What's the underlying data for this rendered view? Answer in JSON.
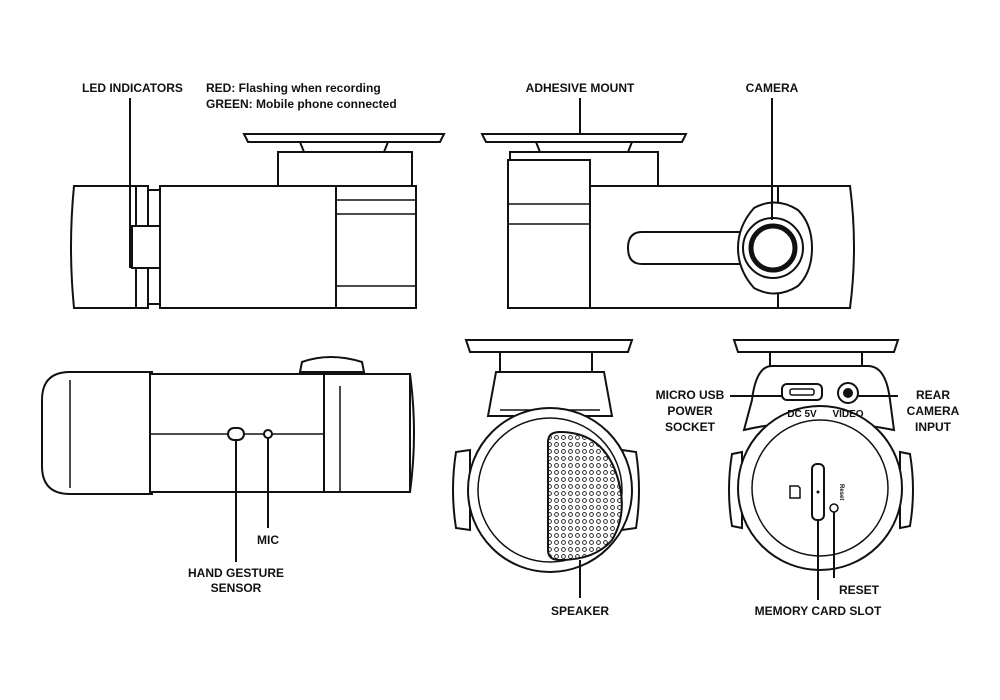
{
  "labels": {
    "led_indicators": "LED INDICATORS",
    "led_red": "RED: Flashing when recording",
    "led_green": "GREEN: Mobile phone connected",
    "adhesive_mount": "ADHESIVE MOUNT",
    "camera": "CAMERA",
    "micro_usb": [
      "MICRO USB",
      "POWER",
      "SOCKET"
    ],
    "rear_camera": [
      "REAR",
      "CAMERA",
      "INPUT"
    ],
    "mic": "MIC",
    "hand_gesture": [
      "HAND GESTURE",
      "SENSOR"
    ],
    "speaker": "SPEAKER",
    "reset": "RESET",
    "memory_card_slot": "MEMORY CARD SLOT"
  },
  "device_markings": {
    "dc": "DC 5V",
    "video": "VIDEO",
    "reset_small": "Reset"
  },
  "colors": {
    "line": "#111111",
    "fill": "#ffffff"
  }
}
